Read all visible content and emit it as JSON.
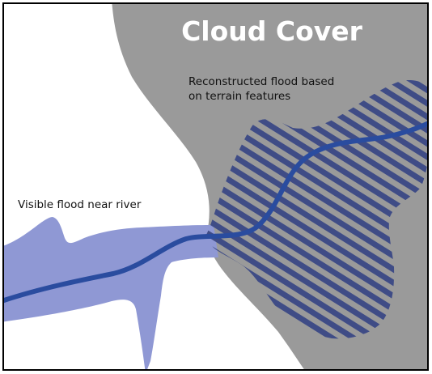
{
  "diagram": {
    "cloud_label": "Cloud Cover",
    "reconstructed_label_line1": "Reconstructed flood based",
    "reconstructed_label_line2": "on terrain features",
    "visible_label": "Visible flood near river"
  },
  "colors": {
    "cloud": "#9a9a9a",
    "visible_flood": "#8f98d4",
    "reconstructed_hatch": "#3f4c86",
    "river": "#2a4c9f",
    "border": "#000000",
    "background": "#ffffff"
  }
}
